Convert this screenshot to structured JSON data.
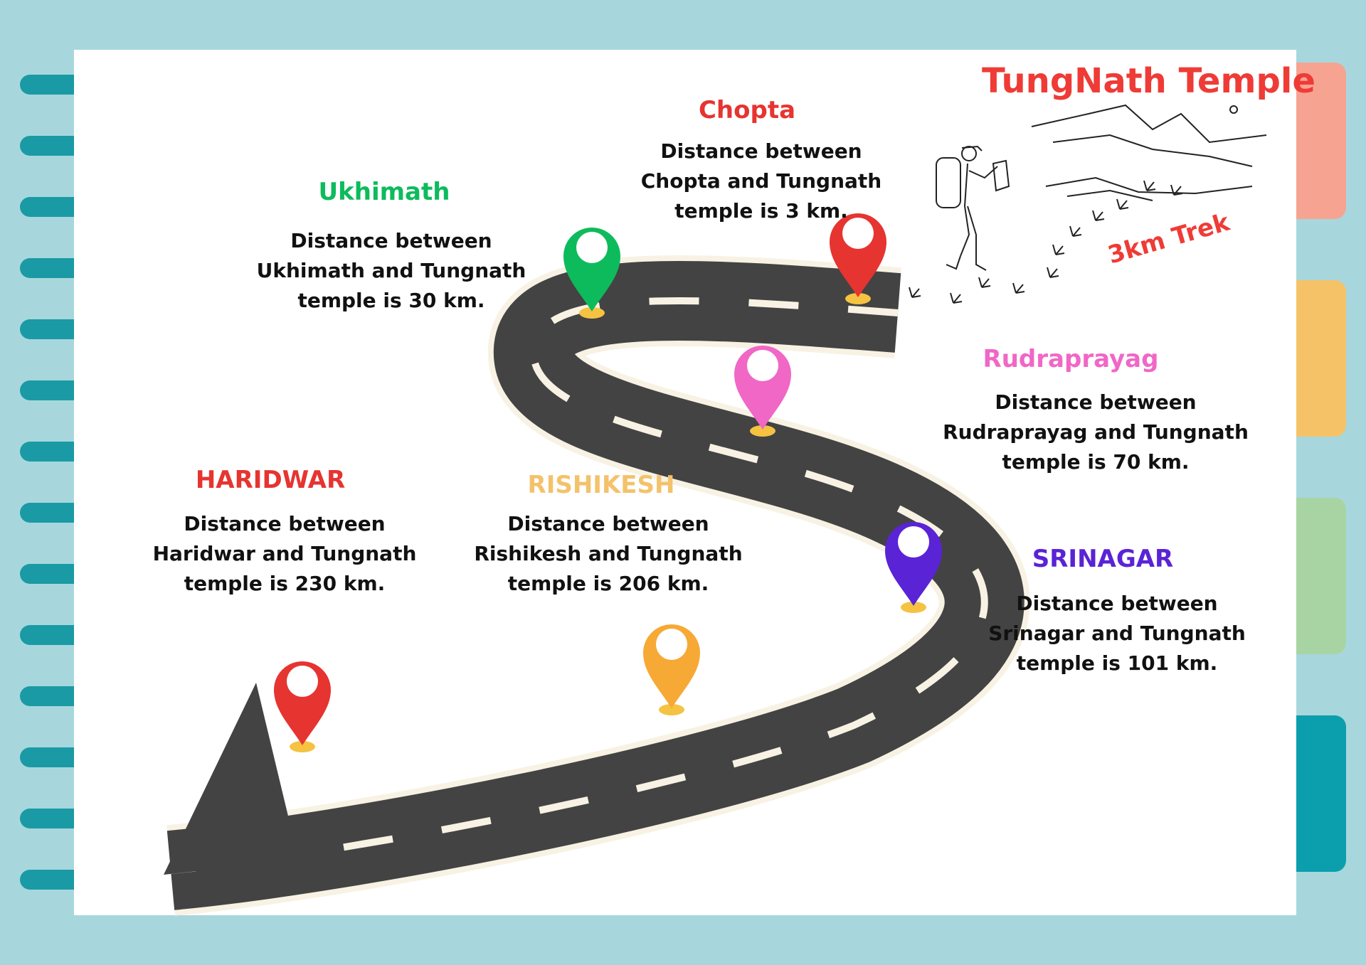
{
  "title": "TungNath Temple",
  "trek_label": "3km Trek",
  "colors": {
    "background": "#a7d7dc",
    "rings": "#1a9aa5",
    "road": "#434343",
    "road_edge": "#f7f2e4",
    "title": "#ef3b36",
    "tabs": [
      "#f7a392",
      "#f5c268",
      "#a8d4a3",
      "#0b9fae"
    ]
  },
  "stops": [
    {
      "id": "haridwar",
      "name": "HARIDWAR",
      "color": "#e63431",
      "lines": [
        "Distance between",
        "Haridwar and Tungnath",
        "temple is 230 km."
      ],
      "distance_km": 230
    },
    {
      "id": "rishikesh",
      "name": "RISHIKESH",
      "color": "#f4c26b",
      "pin_color": "#f7a935",
      "lines": [
        "Distance between",
        "Rishikesh and Tungnath",
        "temple is 206 km."
      ],
      "distance_km": 206
    },
    {
      "id": "srinagar",
      "name": "SRINAGAR",
      "color": "#5a23d6",
      "lines": [
        "Distance between",
        "Srinagar and Tungnath",
        "temple is 101 km."
      ],
      "distance_km": 101
    },
    {
      "id": "rudraprayag",
      "name": "Rudraprayag",
      "color": "#f067c6",
      "lines": [
        "Distance between",
        "Rudraprayag and Tungnath",
        "temple is 70 km."
      ],
      "distance_km": 70
    },
    {
      "id": "ukhimath",
      "name": "Ukhimath",
      "color": "#0dbb5c",
      "lines": [
        "Distance between",
        "Ukhimath and Tungnath",
        "temple is 30 km."
      ],
      "distance_km": 30
    },
    {
      "id": "chopta",
      "name": "Chopta",
      "color": "#e63431",
      "lines": [
        "Distance between",
        "Chopta and Tungnath",
        "temple is 3 km."
      ],
      "distance_km": 3
    }
  ]
}
